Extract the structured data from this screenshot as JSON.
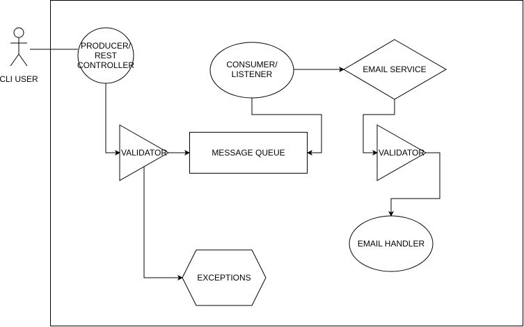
{
  "actor": {
    "label": "CLI USER"
  },
  "nodes": {
    "producer": {
      "lines": [
        "PRODUCER/",
        "REST",
        "CONTROLLER"
      ]
    },
    "consumer": {
      "lines": [
        "CONSUMER/",
        "LISTENER"
      ]
    },
    "email_service": {
      "label": "EMAIL SERVICE"
    },
    "validator_left": {
      "label": "VALIDATOR"
    },
    "message_queue": {
      "label": "MESSAGE QUEUE"
    },
    "validator_right": {
      "label": "VALIDATOR"
    },
    "email_handler": {
      "label": "EMAIL HANDLER"
    },
    "exceptions": {
      "label": "EXCEPTIONS"
    }
  },
  "colors": {
    "stroke": "#000000",
    "fill": "#ffffff"
  }
}
